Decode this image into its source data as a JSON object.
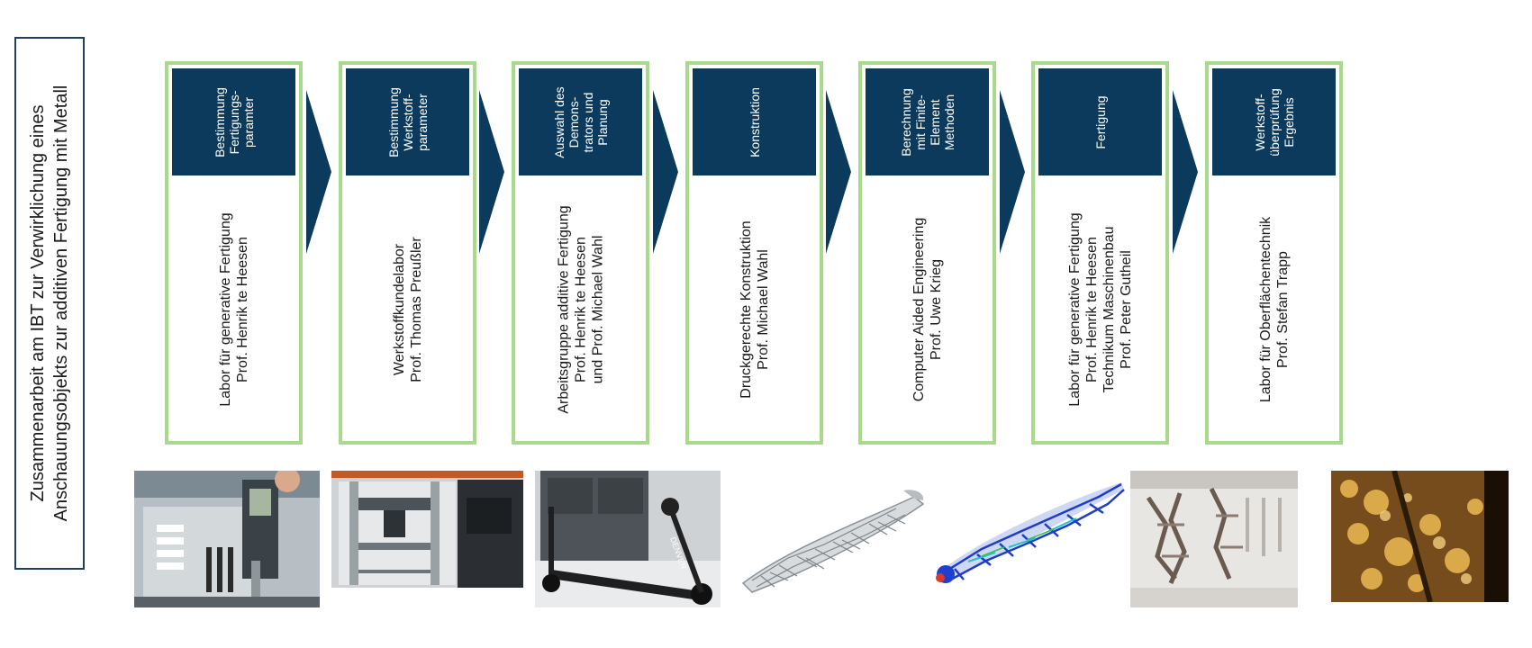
{
  "title": {
    "line1": "Zusammenarbeit am IBT zur Verwirklichung eines",
    "line2": "Anschauungsobjekts zur additiven Fertigung mit Metall"
  },
  "colors": {
    "header_bg": "#0b3a5c",
    "card_border": "#a9d98c",
    "arrow": "#0b3a5c",
    "title_border": "#1f3f5f"
  },
  "steps": [
    {
      "header": [
        "Bestimmung",
        "Fertigungs-",
        "paramter"
      ],
      "body": [
        "Labor für generative Fertigung",
        "Prof. Henrik te Heesen"
      ],
      "image": "caliper-photo"
    },
    {
      "header": [
        "Bestimmung",
        "Werkstoff-",
        "parameter"
      ],
      "body": [
        "Werkstoffkundelabor",
        "Prof. Thomas Preußler"
      ],
      "image": "testing-machine-photo"
    },
    {
      "header": [
        "Auswahl des",
        "Demons-",
        "trators und",
        "Planung"
      ],
      "body": [
        "Arbeitsgruppe additive Fertigung",
        "Prof. Henrik te Heesen",
        "und Prof. Michael Wahl"
      ],
      "image": "scooter-photo"
    },
    {
      "header": [
        "Konstruktion"
      ],
      "body": [
        "Druckgerechte Konstruktion",
        "Prof. Michael Wahl"
      ],
      "image": "lattice-model"
    },
    {
      "header": [
        "Berechnung",
        "mit Finite-",
        "Element",
        "Methoden"
      ],
      "body": [
        "Computer Aided Engineering",
        "Prof. Uwe Krieg"
      ],
      "image": "fem-model"
    },
    {
      "header": [
        "Fertigung"
      ],
      "body": [
        "Labor für generative Fertigung",
        "Prof. Henrik te Heesen",
        "Technikum Maschinenbau",
        "Prof. Peter Gutheil"
      ],
      "image": "printed-part-photo"
    },
    {
      "header": [
        "Werkstoff-",
        "überprüfung",
        "Ergebnis"
      ],
      "body": [
        "Labor für Oberflächentechnik",
        "Prof. Stefan Trapp"
      ],
      "image": "surface-micrograph"
    }
  ],
  "images": {
    "scooter_brand": "DENVER"
  }
}
